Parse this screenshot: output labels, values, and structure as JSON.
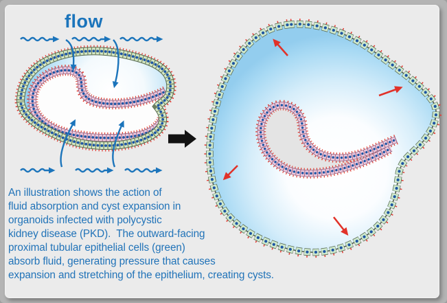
{
  "labels": {
    "flow": "flow"
  },
  "caption": {
    "lines": [
      "An illustration shows the action of",
      "fluid absorption and cyst expansion in",
      "organoids infected with polycystic",
      "kidney disease (PKD).  The outward-facing",
      "proximal tubular epithelial cells (green)",
      "absorb fluid, generating pressure that causes",
      "expansion and stretching of the epithelium, creating cysts."
    ]
  },
  "colors": {
    "flow_blue": "#1b74bb",
    "caption_blue": "#2173b8",
    "arrow_red": "#e13229",
    "cilia_red": "#e23b31",
    "green_cell": "#d4e7c3",
    "green_cell_stretched": "#cfe9cc",
    "green_outline": "#57684e",
    "green_wall": "#6c7f60",
    "pink_cell": "#eec9dd",
    "pink_outline": "#8e6180",
    "pink_wall": "#a3728e",
    "nucleus_blue": "#1d55a3",
    "lumen_edge_blue": "#96cfee",
    "lumen_center": "#ffffff",
    "tube_interior_gray": "#e4e4e4",
    "black_arrow": "#121212",
    "panel_background": "#ebebeb",
    "frame_gray": "#b4b4b4"
  }
}
